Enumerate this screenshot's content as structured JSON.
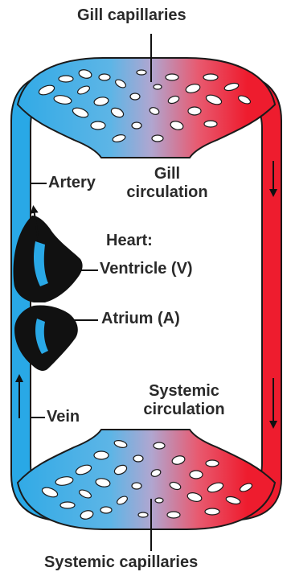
{
  "labels": {
    "gill_capillaries": "Gill capillaries",
    "gill_circulation_1": "Gill",
    "gill_circulation_2": "circulation",
    "artery": "Artery",
    "heart": "Heart:",
    "ventricle": "Ventricle (V)",
    "atrium": "Atrium (A)",
    "vein": "Vein",
    "systemic_circulation_1": "Systemic",
    "systemic_circulation_2": "circulation",
    "systemic_capillaries": "Systemic capillaries"
  },
  "colors": {
    "deoxygenated": "#29a8e6",
    "oxygenated": "#ee1c2e",
    "mixed": "#b0a6d0",
    "heart": "#111111",
    "text": "#2a2a2a"
  },
  "icons": [
    "flow-arrow-icon"
  ]
}
